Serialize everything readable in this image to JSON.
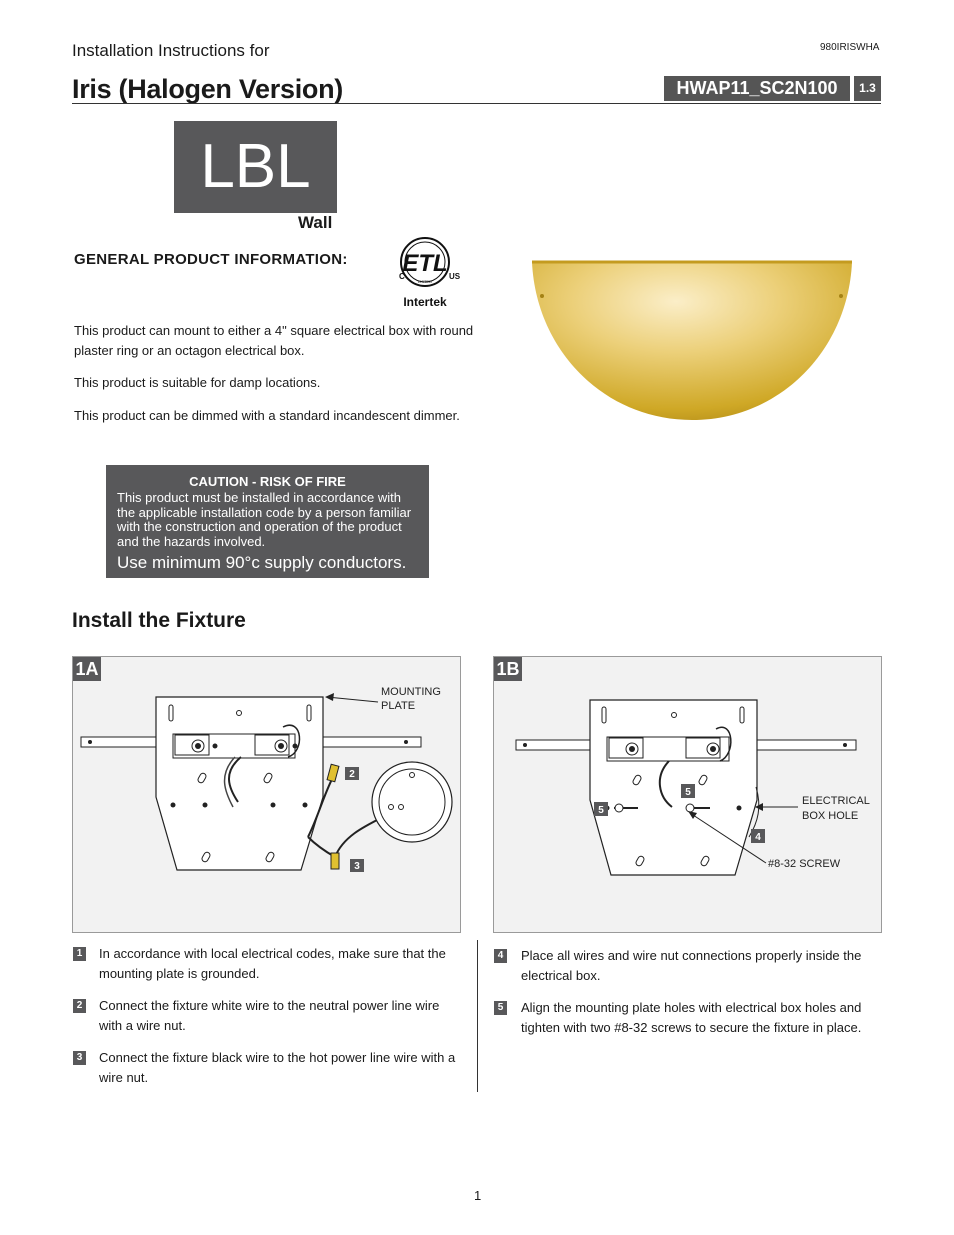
{
  "header": {
    "subtitle": "Installation Instructions for",
    "doc_code": "980IRISWHA",
    "title": "Iris (Halogen Version)",
    "model": "HWAP11_SC2N100",
    "version": "1.3"
  },
  "logo": {
    "text": "LBL",
    "sub": "Wall"
  },
  "cert": {
    "c": "C",
    "us": "US",
    "listed": "LISTED",
    "brand": "Intertek"
  },
  "general": {
    "heading": "GENERAL PRODUCT INFORMATION:",
    "paragraphs": [
      "This product can mount to either a 4\" square electrical box with round plaster ring or an octagon electrical box.",
      "This product is suitable for damp locations.",
      "This product can be dimmed with a standard incandescent dimmer."
    ]
  },
  "caution": {
    "title": "CAUTION - RISK OF FIRE",
    "body": "This product must be installed in accordance with the applicable installation code by a person familiar with the construction and operation of the product and the hazards involved.",
    "conductors": "Use minimum 90°c supply conductors."
  },
  "install": {
    "heading": "Install the Fixture",
    "panel_a": {
      "tag": "1A",
      "label_plate_line1": "MOUNTING",
      "label_plate_line2": "PLATE",
      "callout2": "2",
      "callout3": "3"
    },
    "panel_b": {
      "tag": "1B",
      "label_box_line1": "ELECTRICAL",
      "label_box_line2": "BOX HOLE",
      "label_screw": "#8-32 SCREW",
      "callout4": "4",
      "callout5a": "5",
      "callout5b": "5"
    },
    "steps_left": [
      {
        "num": "1",
        "text": "In accordance with local electrical codes, make sure that the mounting plate is grounded."
      },
      {
        "num": "2",
        "text": "Connect the fixture white wire to the neutral power line wire with a wire nut."
      },
      {
        "num": "3",
        "text": "Connect the fixture black wire to the hot power line wire with a wire nut."
      }
    ],
    "steps_right": [
      {
        "num": "4",
        "text": "Place all wires and wire nut connections properly inside the electrical box."
      },
      {
        "num": "5",
        "text": "Align the mounting plate holes with electrical box holes and tighten with two #8-32 screws to secure the fixture in place."
      }
    ]
  },
  "footer": {
    "page": "1"
  },
  "colors": {
    "dark_gray": "#58585a",
    "amber_glass": "#d4b03a"
  }
}
